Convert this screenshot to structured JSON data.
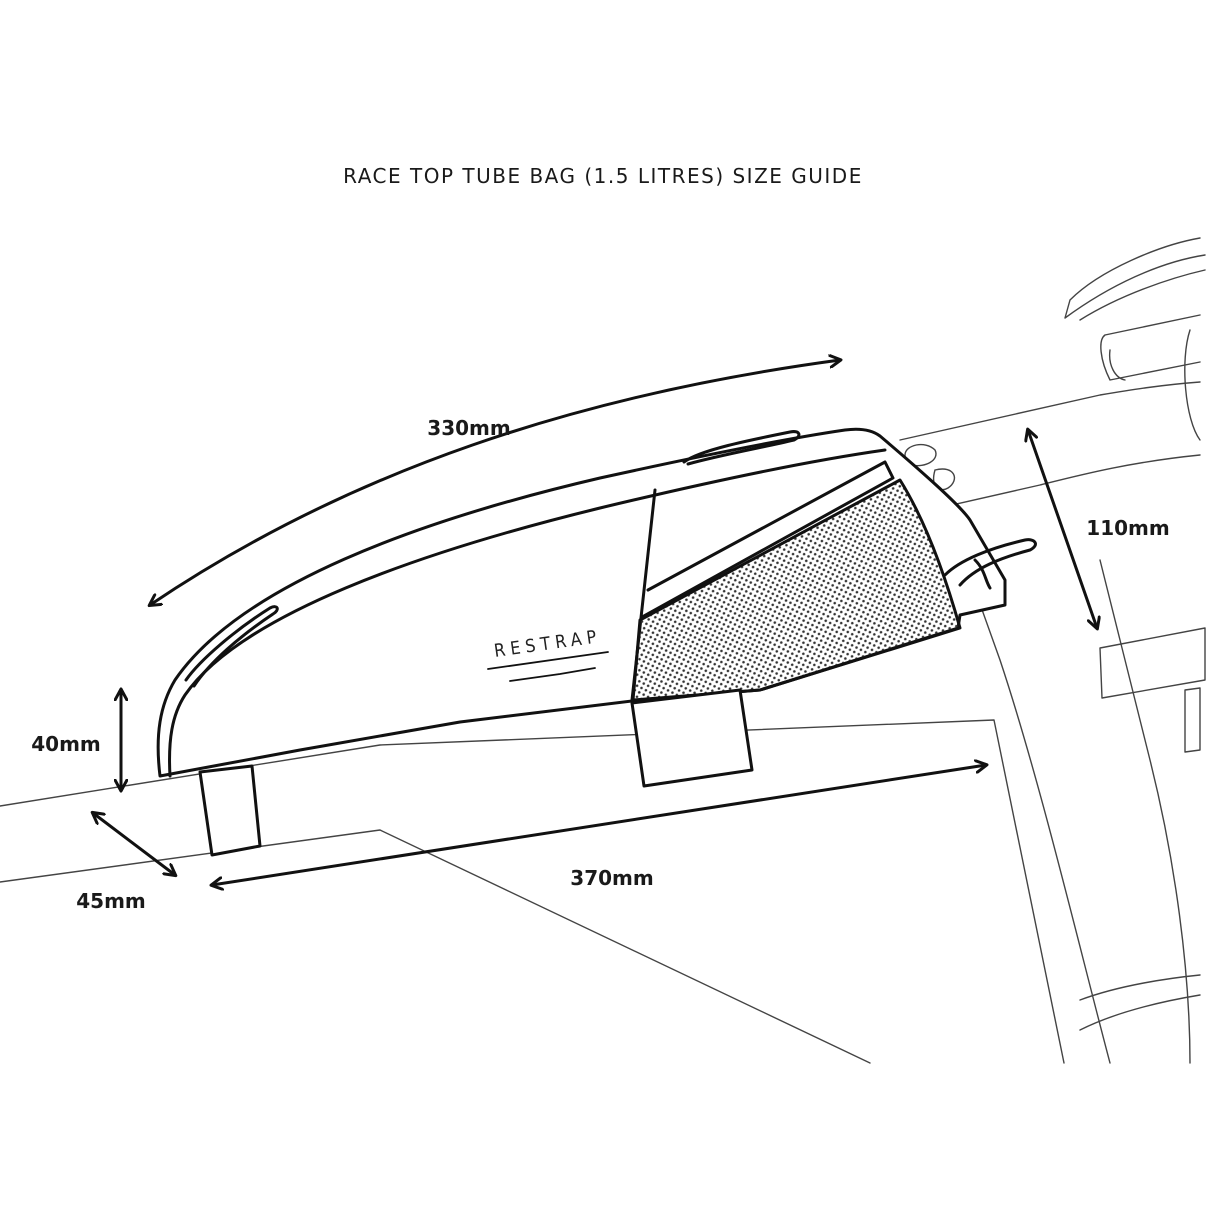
{
  "title": "RACE TOP TUBE BAG (1.5 LITRES) SIZE GUIDE",
  "brand": "RESTRAP",
  "dimensions": {
    "top_length": "330mm",
    "height_front": "110mm",
    "height_rear": "40mm",
    "width": "45mm",
    "base_length": "370mm"
  }
}
